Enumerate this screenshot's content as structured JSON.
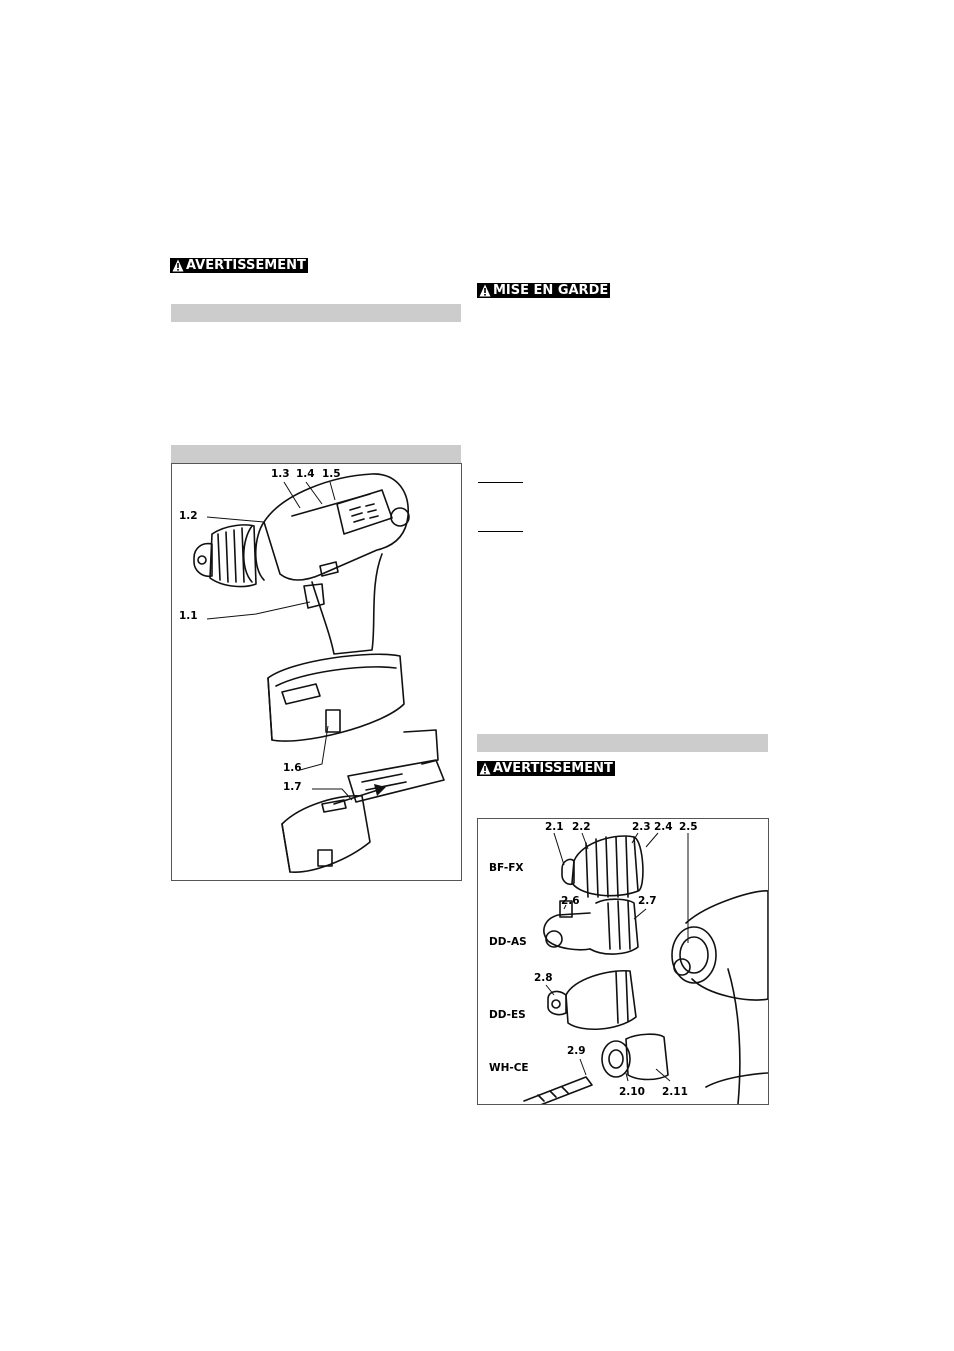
{
  "labels": {
    "warning_left": "AVERTISSEMENT",
    "caution_right": "MISE EN GARDE",
    "warning_right": "AVERTISSEMENT"
  },
  "figure1": {
    "callouts": [
      "1.1",
      "1.2",
      "1.3",
      "1.4",
      "1.5",
      "1.6",
      "1.7"
    ]
  },
  "figure2": {
    "callouts": [
      "2.1",
      "2.2",
      "2.3",
      "2.4",
      "2.5",
      "2.6",
      "2.7",
      "2.8",
      "2.9",
      "2.10",
      "2.11"
    ],
    "models": [
      "BF-FX",
      "DD-AS",
      "DD-ES",
      "WH-CE"
    ]
  }
}
